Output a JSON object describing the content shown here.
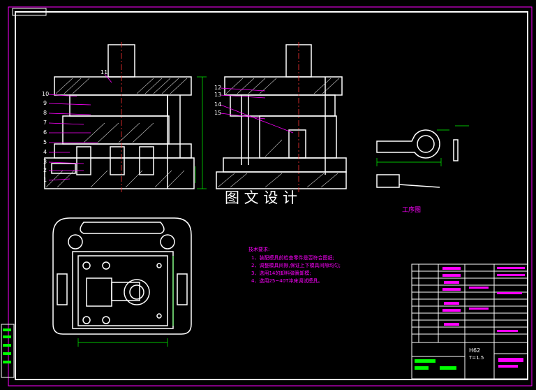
{
  "watermark": "图 文 设 计",
  "process_label": "工序图",
  "tech_title": "技术要求:",
  "tech_notes": [
    "1、装配模具前检查零件是否符合图纸;",
    "2、调整模具间隙,保证上下模具间隙均匀;",
    "3、选用14的卸料弹簧卸模;",
    "4、选用25~40T冲床调试模具。"
  ],
  "balloons": [
    "11",
    "10",
    "9",
    "8",
    "7",
    "6",
    "5",
    "4",
    "3",
    "2",
    "1"
  ],
  "balloons_right": [
    "12",
    "13",
    "14",
    "15"
  ],
  "title_block": {
    "material": "H62",
    "thickness": "T=1.5"
  },
  "colors": {
    "line": "#ffffff",
    "dim": "#00ff00",
    "leader": "#ff00ff",
    "hatch": "#ffffff",
    "red": "#ff3333"
  }
}
